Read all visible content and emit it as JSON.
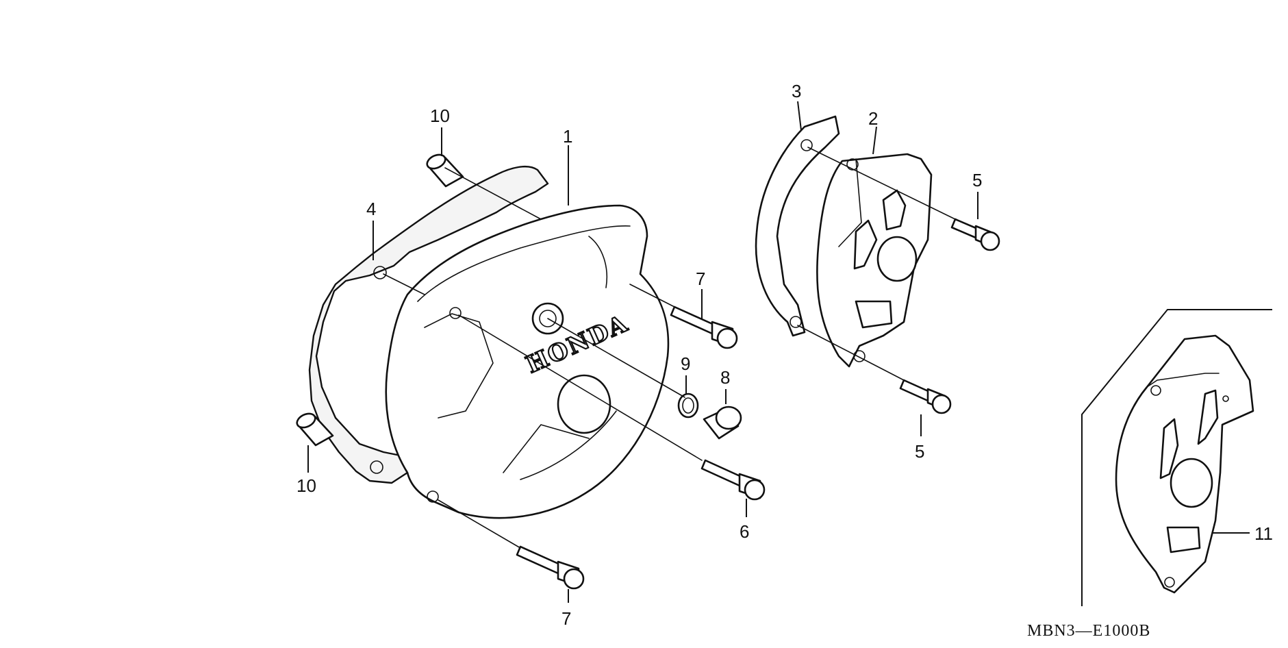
{
  "callouts": {
    "c1": "1",
    "c2": "2",
    "c3": "3",
    "c4": "4",
    "c5a": "5",
    "c5b": "5",
    "c6": "6",
    "c7a": "7",
    "c7b": "7",
    "c8": "8",
    "c9": "9",
    "c10a": "10",
    "c10b": "10",
    "c11": "11"
  },
  "cover_marking": "HONDA",
  "diagram_code": "MBN3—E1000B"
}
